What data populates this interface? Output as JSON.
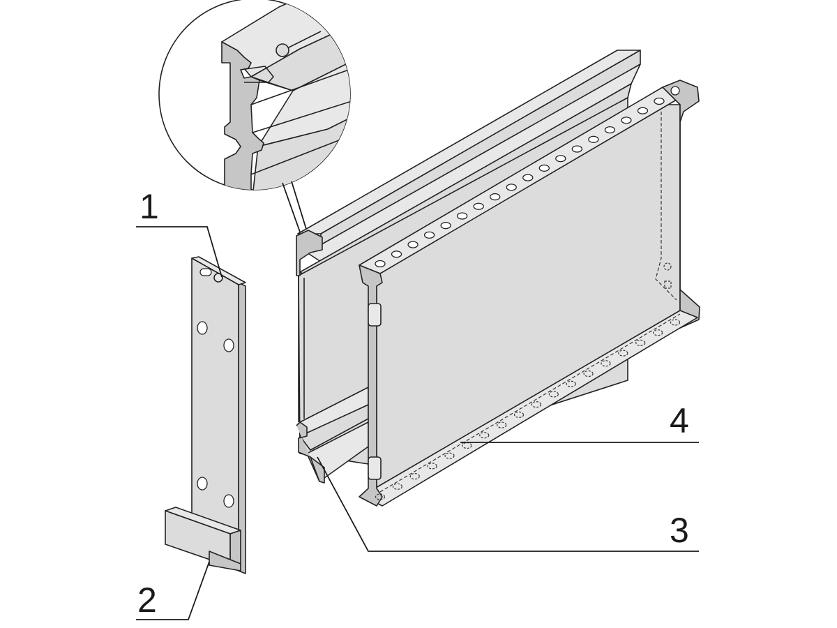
{
  "callouts": [
    {
      "id": "1",
      "label": "1"
    },
    {
      "id": "2",
      "label": "2"
    },
    {
      "id": "3",
      "label": "3"
    },
    {
      "id": "4",
      "label": "4"
    }
  ],
  "colors": {
    "background": "#ffffff",
    "part_fill": "#dcdcdc",
    "part_fill_dark": "#c6c6c6",
    "line": "#222222"
  }
}
